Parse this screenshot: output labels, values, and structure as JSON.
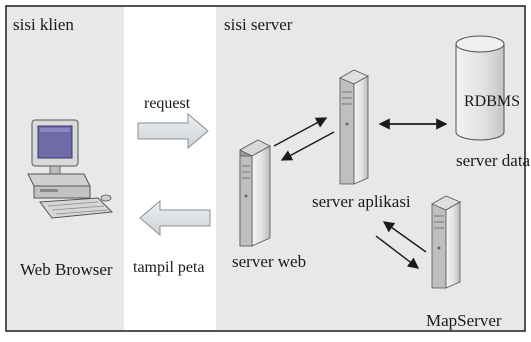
{
  "client_panel": {
    "title": "sisi klien",
    "browser_label": "Web Browser",
    "bg": "#e8e8e6"
  },
  "server_panel": {
    "title": "sisi server",
    "bg": "#e8e8e6"
  },
  "flows": {
    "request_label": "request",
    "response_label": "tampil peta"
  },
  "nodes": {
    "web_server": "server web",
    "app_server": "server aplikasi",
    "database": "RDBMS",
    "database_caption": "server data",
    "map_server": "MapServer"
  },
  "colors": {
    "border": "#1a1a1a",
    "arrow_fill": "#d9dcdf",
    "arrow_stroke": "#8a8f93"
  }
}
